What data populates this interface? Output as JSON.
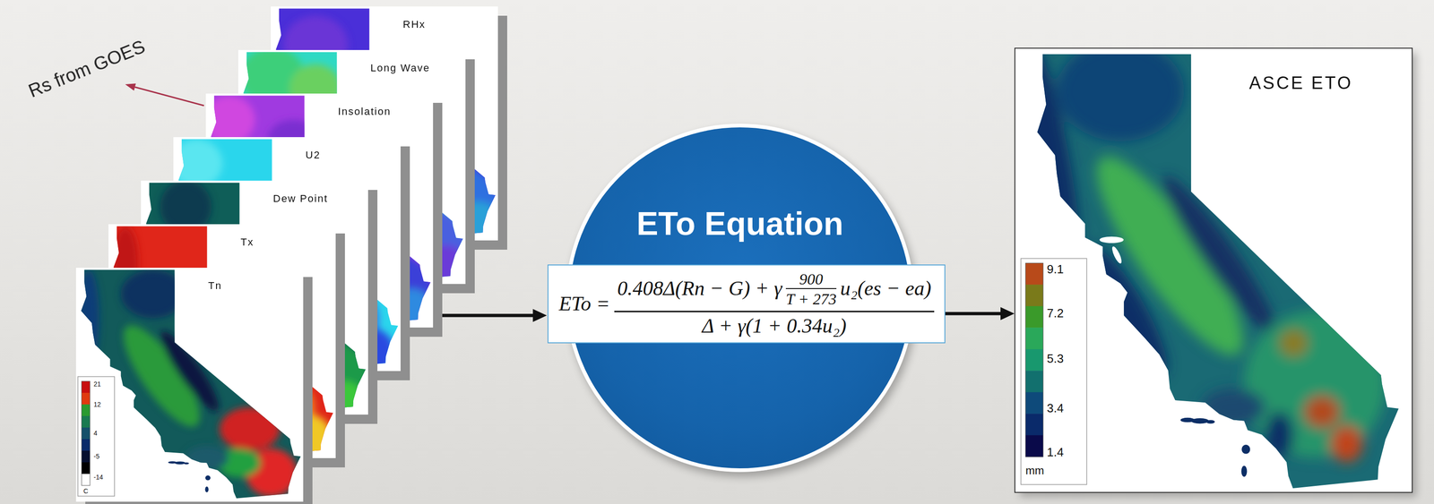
{
  "diagram": {
    "nodes": [
      {
        "text": [
          "RHx"
        ]
      },
      {
        "text": [
          "Long Wave"
        ]
      },
      {
        "text": [
          "Insolation"
        ]
      },
      {
        "text": [
          "U2"
        ]
      },
      {
        "text": [
          "Dew Point"
        ]
      },
      {
        "text": [
          "Tx"
        ]
      },
      {
        "text": [
          "Tn"
        ]
      },
      {
        "text": [
          "ETo Equation"
        ]
      },
      {
        "text": [
          "ETo =",
          "0.408Δ(Rn − G) + γ",
          "900",
          "T + 273",
          "u₂(es − ea)",
          "Δ + γ(1 + 0.34u₂)"
        ]
      },
      {
        "text": [
          "ASCE ETO"
        ]
      }
    ],
    "edges": [
      {
        "from": 2,
        "to": 8,
        "arrow": "to"
      },
      {
        "from": 8,
        "to": 9,
        "arrow": "to"
      }
    ],
    "labels": [
      "Rs from GOES",
      "21",
      "12",
      "4",
      "-5",
      "-14",
      "C",
      "9.1",
      "7.2",
      "5.3",
      "3.4",
      "1.4",
      "mm"
    ]
  }
}
